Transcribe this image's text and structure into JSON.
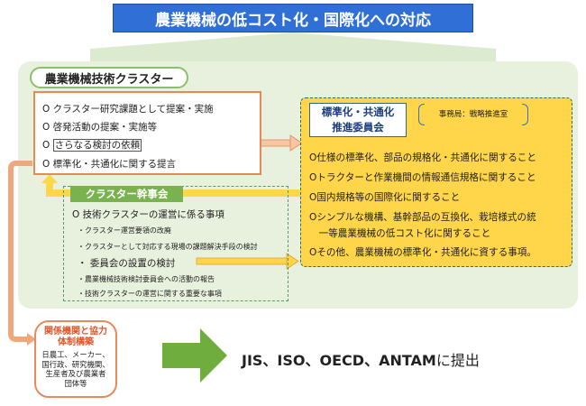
{
  "banner": {
    "title": "農業機械の低コスト化・国際化への対応"
  },
  "cluster": {
    "title": "農業機械技術クラスター",
    "items": [
      {
        "bullet": "O",
        "text": "クラスター研究課題として提案・実施"
      },
      {
        "bullet": "O",
        "text": "啓発活動の提案・実施等"
      },
      {
        "bullet": "O",
        "text": "さらなる検討の依頼"
      },
      {
        "bullet": "O",
        "text": "標準化・共通化に関する提言"
      }
    ]
  },
  "committee": {
    "title_line1": "標準化・共通化",
    "title_line2": "推進委員会",
    "secretariat": "事務局：戦略推進室",
    "items": [
      "O仕様の標準化、部品の規格化・共通化に関すること",
      "Oトラクターと作業機間の情報通信規格に関すること",
      "O国内規格等の国際化に関すること",
      "Oシンプルな機構、基幹部品の互換化、栽培様式の統",
      "　一等農業機械の低コスト化に関すること",
      "Oその他、農業機械の標準化・共通化に資する事項。"
    ]
  },
  "executive": {
    "title": "クラスター幹事会",
    "items": [
      "O 技術クラスターの運営に係る事項",
      "・クラスター運営要領の改廃",
      "・クラスターとして対応する現場の課題解決手段の検討",
      "・ 委員会の設置の検討",
      "・農業機械技術検討委員会への活動の報告",
      "・技術クラスターの運営に関する重要な事項"
    ]
  },
  "partner": {
    "title_line1": "関係機関と協力",
    "title_line2": "体制構築",
    "lines": [
      "日農工、メーカー、",
      "国行政、研究機関、",
      "生産者及び農業者",
      "団体等"
    ]
  },
  "submission": {
    "bold": "JIS、ISO、OECD、ANTAM",
    "rest": "に提出"
  },
  "colors": {
    "banner": "#2f6fd6",
    "panel": "#e7f1dd",
    "committee": "#ffd54a",
    "executive": "#79b24e",
    "orange_arrow": "#f0a77c",
    "green_arrow": "#6fae3e"
  }
}
